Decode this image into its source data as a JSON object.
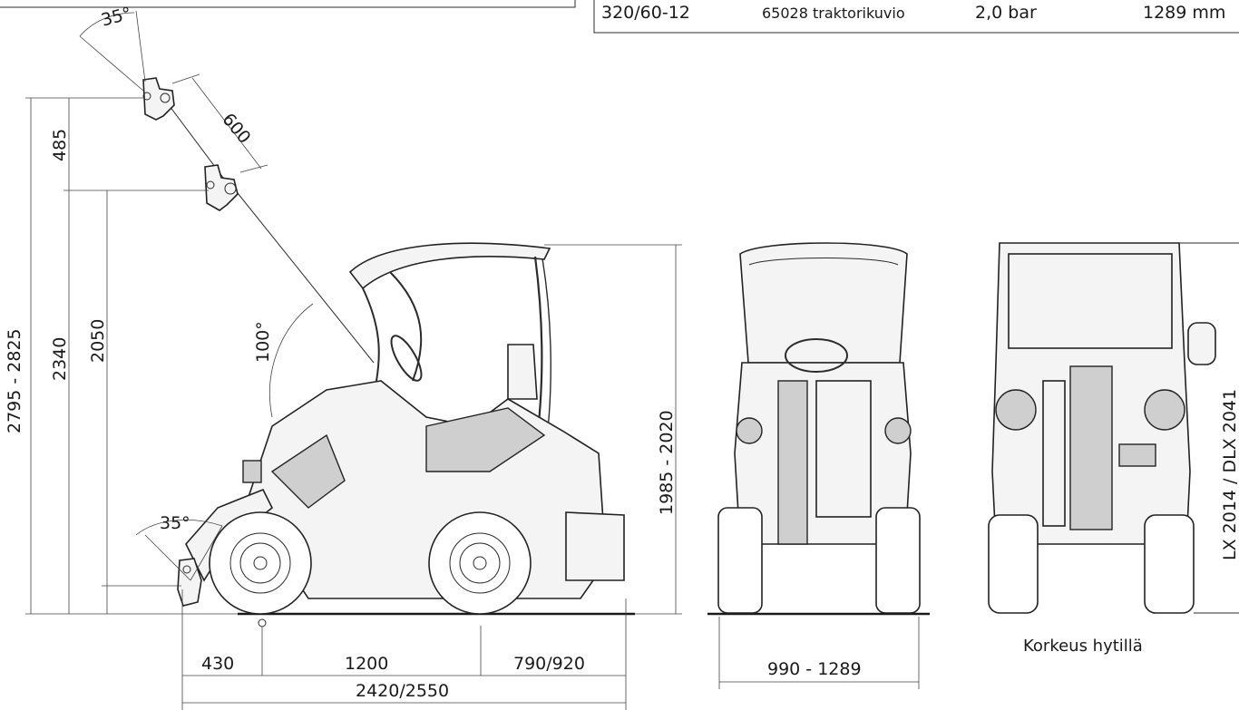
{
  "tire_table": {
    "tire_size": "320/60-12",
    "pattern": "65028 traktorikuvio",
    "pressure": "2,0 bar",
    "width": "1289 mm"
  },
  "dimensions": {
    "angle_top": "35°",
    "tilt_length": "600",
    "angle_lift": "100°",
    "angle_bottom": "35°",
    "height_total": "2795 - 2825",
    "height_pin": "2340",
    "height_lift": "485",
    "height_dump": "2050",
    "height_canopy": "1985 - 2020",
    "front_overhang": "430",
    "wheelbase": "1200",
    "rear_overhang": "790/920",
    "total_length": "2420/2550",
    "track_width": "990 - 1289"
  },
  "cab_view": {
    "model_label": "LX 2014 / DLX 2041",
    "caption": "Korkeus hytillä"
  }
}
